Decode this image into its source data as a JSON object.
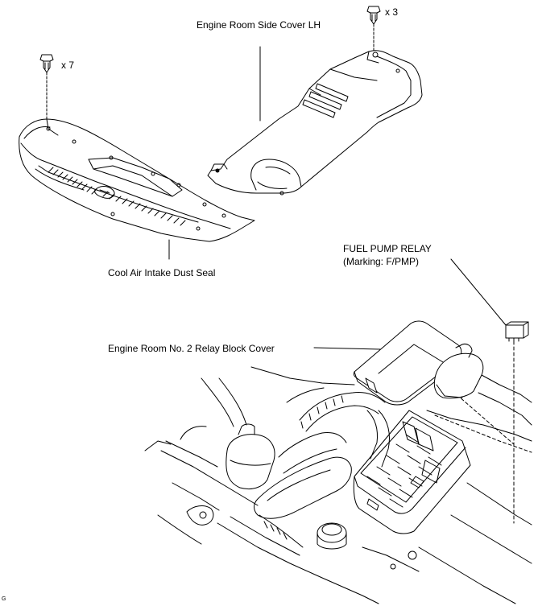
{
  "labels": {
    "side_cover": "Engine Room Side Cover LH",
    "clip_count_3": "x 3",
    "clip_count_7": "x 7",
    "dust_seal": "Cool Air Intake Dust Seal",
    "relay_name": "FUEL PUMP RELAY",
    "relay_marking": "(Marking: F/PMP)",
    "relay_block_cover": "Engine Room No. 2 Relay Block Cover",
    "figure_id": "G"
  },
  "colors": {
    "line": "#000000",
    "background": "#ffffff"
  }
}
